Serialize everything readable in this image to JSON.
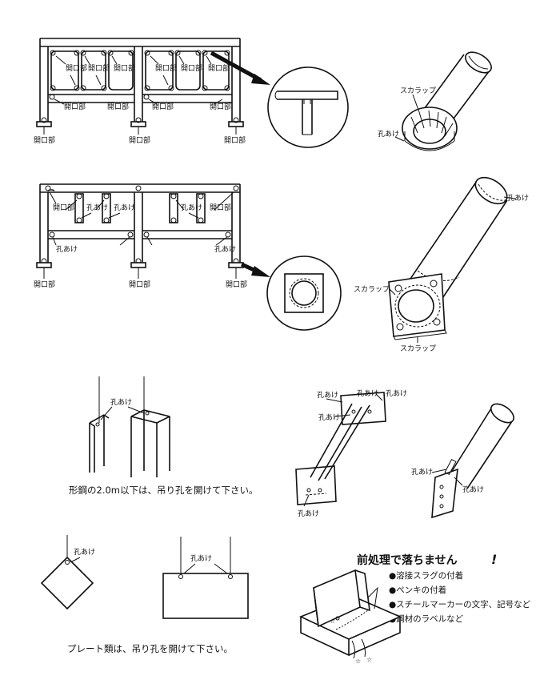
{
  "labels": {
    "opening": "開口部",
    "hole": "孔あけ",
    "scallop": "スカラップ"
  },
  "captions": {
    "steel": "形鋼の2.0m以下は、吊り孔を開けて下さい。",
    "plate": "プレート類は、吊り孔を開けて下さい。"
  },
  "pretreatment": {
    "title": "前処理で落ちません",
    "items": [
      "●溶接スラグの付着",
      "●ペンキの付着",
      "●スチールマーカーの文字、記号など",
      "●鋼材のラベルなど"
    ]
  }
}
